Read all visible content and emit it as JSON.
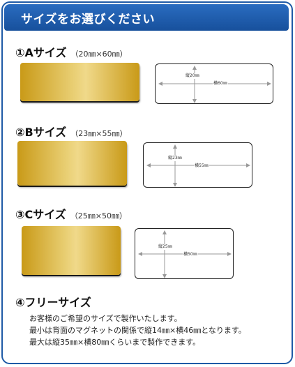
{
  "header": {
    "title": "サイズをお選びください"
  },
  "sections": [
    {
      "title": "①Aサイズ",
      "sub": "（20㎜×60㎜）",
      "vlabel": "縦20㎜",
      "hlabel": "横60㎜"
    },
    {
      "title": "②Bサイズ",
      "sub": "（23㎜×55㎜）",
      "vlabel": "縦23㎜",
      "hlabel": "横55㎜"
    },
    {
      "title": "③Cサイズ",
      "sub": "（25㎜×50㎜）",
      "vlabel": "縦25㎜",
      "hlabel": "横50㎜"
    }
  ],
  "free": {
    "title": "④フリーサイズ",
    "lines": [
      "お客様のご希望のサイズで製作いたします。",
      "最小は背面のマグネットの関係で縦14㎜×横46㎜となります。",
      "最大は縦35㎜×横80㎜くらいまで製作できます。"
    ]
  },
  "colors": {
    "accent": "#1e5aa6",
    "gold": "#d9b545"
  }
}
